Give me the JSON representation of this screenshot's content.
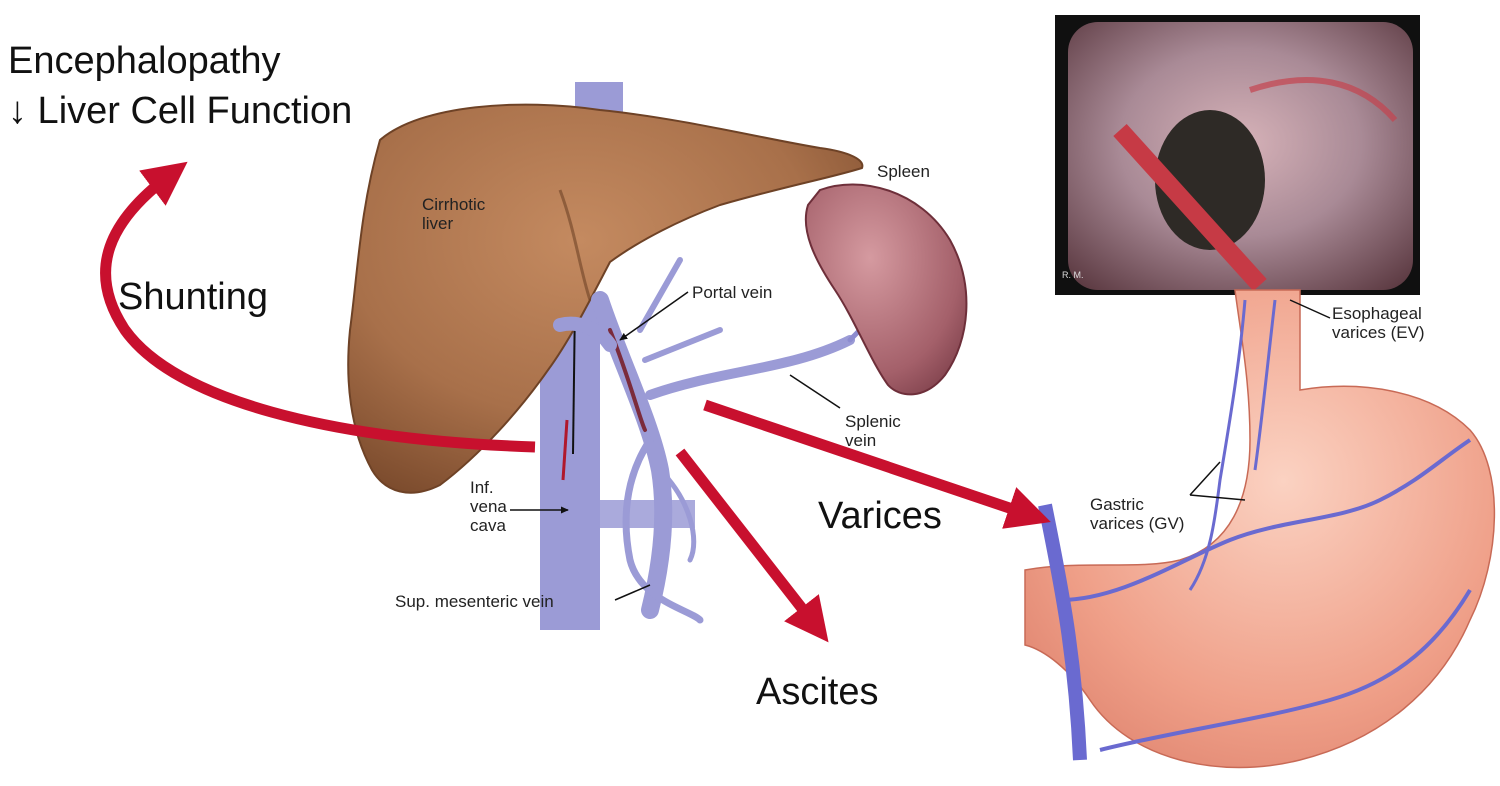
{
  "labels": {
    "encephalopathy": "Encephalopathy",
    "liver_cell_function": "↓ Liver Cell Function",
    "shunting": "Shunting",
    "varices": "Varices",
    "ascites": "Ascites",
    "cirrhotic_liver_1": "Cirrhotic",
    "cirrhotic_liver_2": "liver",
    "spleen": "Spleen",
    "portal_vein": "Portal vein",
    "splenic_vein_1": "Splenic",
    "splenic_vein_2": "vein",
    "ivc_1": "Inf.",
    "ivc_2": "vena",
    "ivc_3": "cava",
    "sup_mesenteric": "Sup. mesenteric vein",
    "esophageal_1": "Esophageal",
    "esophageal_2": "varices (EV)",
    "gastric_1": "Gastric",
    "gastric_2": "varices (GV)",
    "endo_caption": "R. M."
  },
  "colors": {
    "arrow_red": "#c8102e",
    "liver": "#a8704a",
    "spleen": "#a4606a",
    "vein": "#8d8ccf",
    "stomach": "#eea58f",
    "endoscope_bg": "#101010"
  }
}
